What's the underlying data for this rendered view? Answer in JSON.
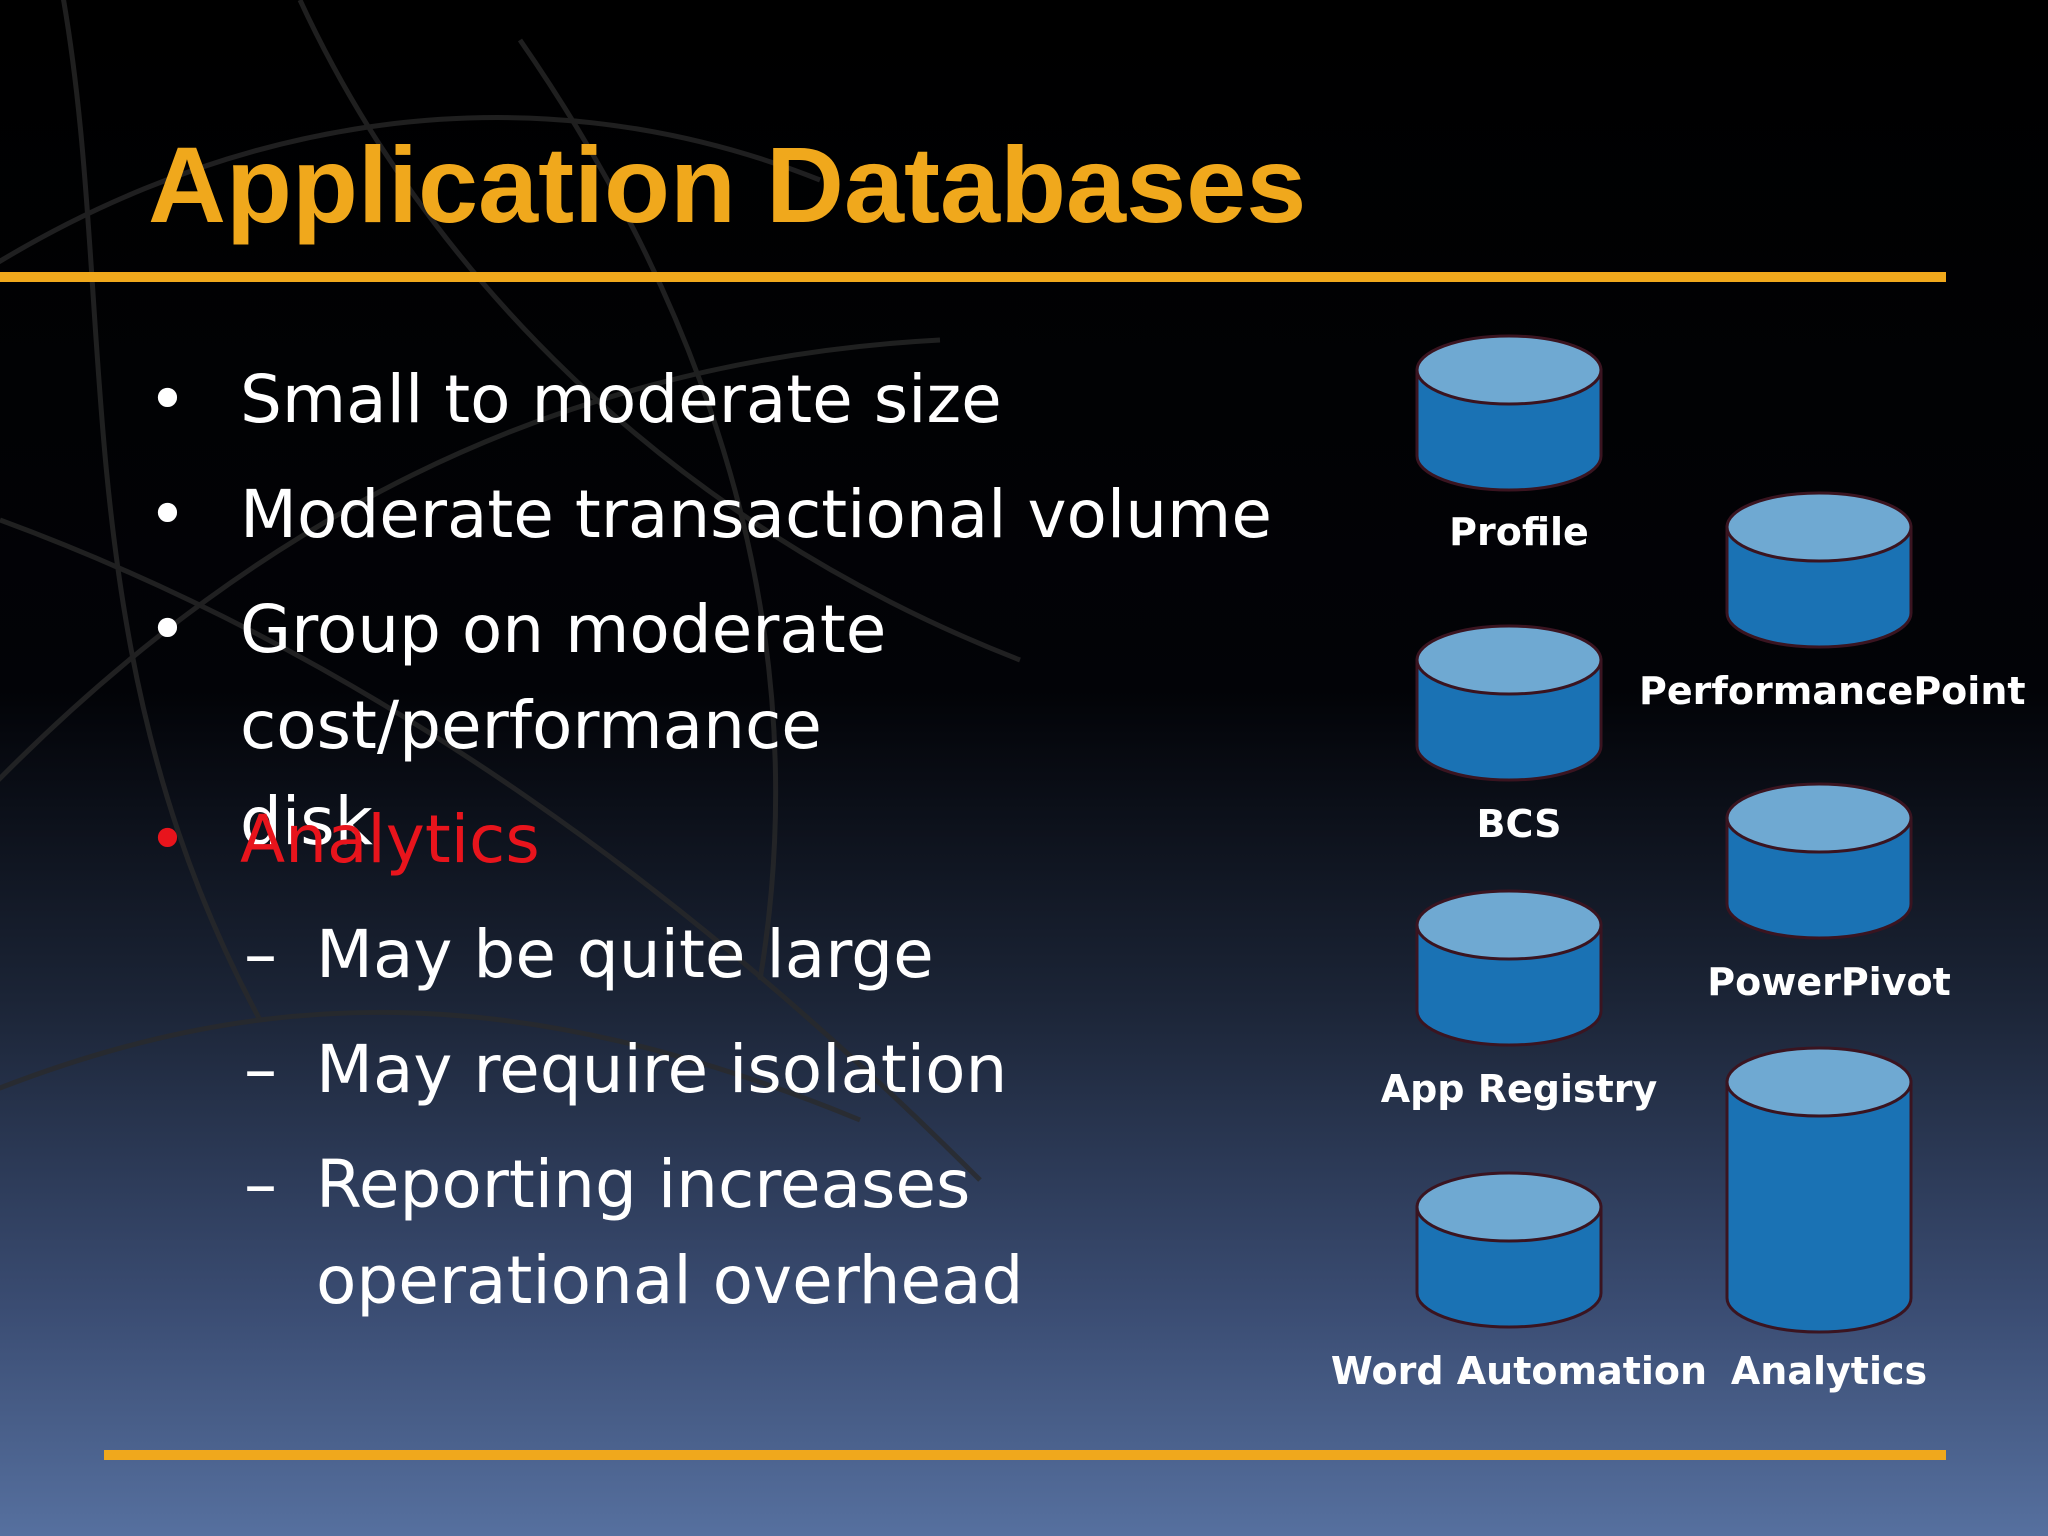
{
  "slide": {
    "title": "Application Databases",
    "bullets": [
      {
        "marker": "•",
        "text": "Small to moderate size",
        "level": 1
      },
      {
        "marker": "•",
        "text": "Moderate transactional volume",
        "level": 1
      },
      {
        "marker": "•",
        "text": "Group on moderate cost/performance disk",
        "level": 1
      },
      {
        "marker": "•",
        "text": "Analytics",
        "level": 1,
        "highlight": true
      },
      {
        "marker": "–",
        "text": "May be quite large",
        "level": 2
      },
      {
        "marker": "–",
        "text": "May require isolation",
        "level": 2
      },
      {
        "marker": "–",
        "text": "Reporting increases operational overhead",
        "level": 2
      }
    ],
    "databases": [
      {
        "label": "Profile"
      },
      {
        "label": "PerformancePoint"
      },
      {
        "label": "BCS"
      },
      {
        "label": "PowerPivot"
      },
      {
        "label": "App Registry"
      },
      {
        "label": "Word Automation"
      },
      {
        "label": "Analytics"
      }
    ],
    "colors": {
      "title": "#f0a81c",
      "rule": "#f0a81c",
      "text": "#ffffff",
      "highlight": "#e8141c",
      "cylinder_body": "#1a72b4",
      "cylinder_top": "#6fa9d2",
      "cylinder_outline": "#3a1420"
    }
  }
}
